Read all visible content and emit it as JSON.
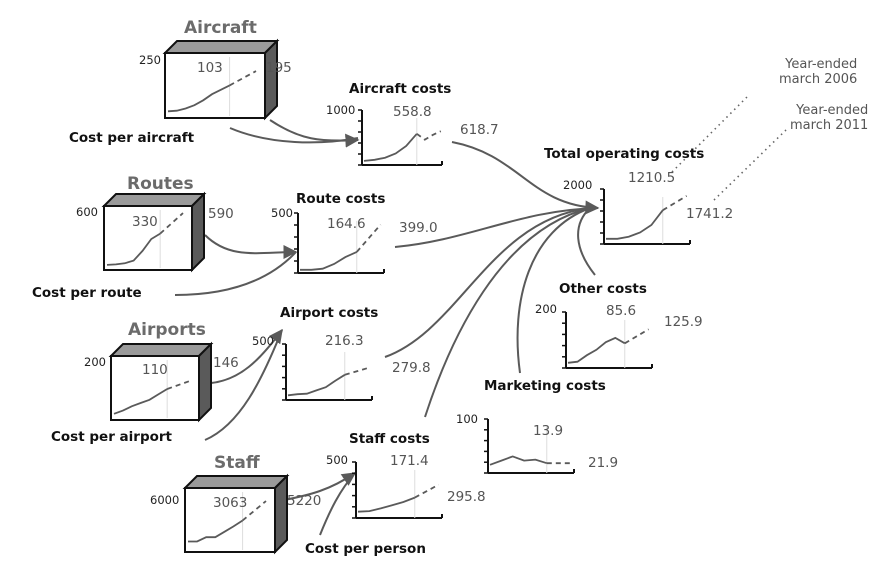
{
  "drivers": [
    {
      "id": "aircraft",
      "title": "Aircraft",
      "axis_max": "250",
      "value_2006": "103",
      "value_2011": "195",
      "caption": "Cost per aircraft",
      "series": [
        0.05,
        0.06,
        0.1,
        0.16,
        0.25,
        0.36,
        0.44,
        0.52
      ],
      "forecast_end": 0.78
    },
    {
      "id": "routes",
      "title": "Routes",
      "axis_max": "600",
      "value_2006": "330",
      "value_2011": "590",
      "caption": "Cost per route",
      "series": [
        0.02,
        0.03,
        0.05,
        0.1,
        0.28,
        0.5,
        0.6
      ],
      "forecast_end": 0.98
    },
    {
      "id": "airports",
      "title": "Airports",
      "axis_max": "200",
      "value_2006": "110",
      "value_2011": "146",
      "caption": "Cost per airport",
      "series": [
        0.04,
        0.1,
        0.18,
        0.24,
        0.3,
        0.4,
        0.5
      ],
      "forecast_end": 0.65
    },
    {
      "id": "staff",
      "title": "Staff",
      "axis_max": "6000",
      "value_2006": "3063",
      "value_2011": "5220",
      "caption": "Cost per person",
      "series": [
        0.12,
        0.12,
        0.2,
        0.2,
        0.3,
        0.4,
        0.51
      ],
      "forecast_end": 0.87
    }
  ],
  "costs": [
    {
      "id": "aircraft-costs",
      "title": "Aircraft costs",
      "axis_max": "1000",
      "value_2006": "558.8",
      "value_2011": "618.7",
      "series": [
        0.04,
        0.06,
        0.1,
        0.18,
        0.32,
        0.55
      ],
      "forecast": [
        0.44,
        0.53,
        0.6
      ]
    },
    {
      "id": "route-costs",
      "title": "Route costs",
      "axis_max": "500",
      "value_2006": "164.6",
      "value_2011": "399.0",
      "series": [
        0.02,
        0.02,
        0.04,
        0.12,
        0.24,
        0.33
      ],
      "forecast_end": 0.8
    },
    {
      "id": "airport-costs",
      "title": "Airport costs",
      "axis_max": "500",
      "value_2006": "216.3",
      "value_2011": "279.8",
      "series": [
        0.05,
        0.07,
        0.08,
        0.14,
        0.2,
        0.32,
        0.43
      ],
      "forecast_end": 0.56
    },
    {
      "id": "staff-costs",
      "title": "Staff costs",
      "axis_max": "500",
      "value_2006": "171.4",
      "value_2011": "295.8",
      "series": [
        0.08,
        0.09,
        0.14,
        0.2,
        0.26,
        0.34
      ],
      "forecast_end": 0.58
    },
    {
      "id": "total-operating-costs",
      "title": "Total operating costs",
      "axis_max": "2000",
      "value_2006": "1210.5",
      "value_2011": "1741.2",
      "series": [
        0.06,
        0.06,
        0.1,
        0.18,
        0.32,
        0.6
      ],
      "forecast_end": 0.87
    },
    {
      "id": "other-costs",
      "title": "Other costs",
      "axis_max": "200",
      "value_2006": "85.6",
      "value_2011": "125.9",
      "series": [
        0.06,
        0.08,
        0.2,
        0.3,
        0.44,
        0.52,
        0.42
      ],
      "forecast_end": 0.68
    },
    {
      "id": "marketing-costs",
      "title": "Marketing costs",
      "axis_max": "100",
      "value_2006": "13.9",
      "value_2011": "21.9",
      "series": [
        0.12,
        0.2,
        0.28,
        0.2,
        0.22,
        0.15
      ],
      "forecast_end": 0.15
    }
  ],
  "notes": {
    "year_2006": [
      "Year-ended",
      "march 2006"
    ],
    "year_2011": [
      "Year-ended",
      "march 2011"
    ]
  },
  "colors": {
    "line": "#5a5a5a",
    "box_top": "#9a9a9a",
    "box_side": "#5a5a5a"
  }
}
